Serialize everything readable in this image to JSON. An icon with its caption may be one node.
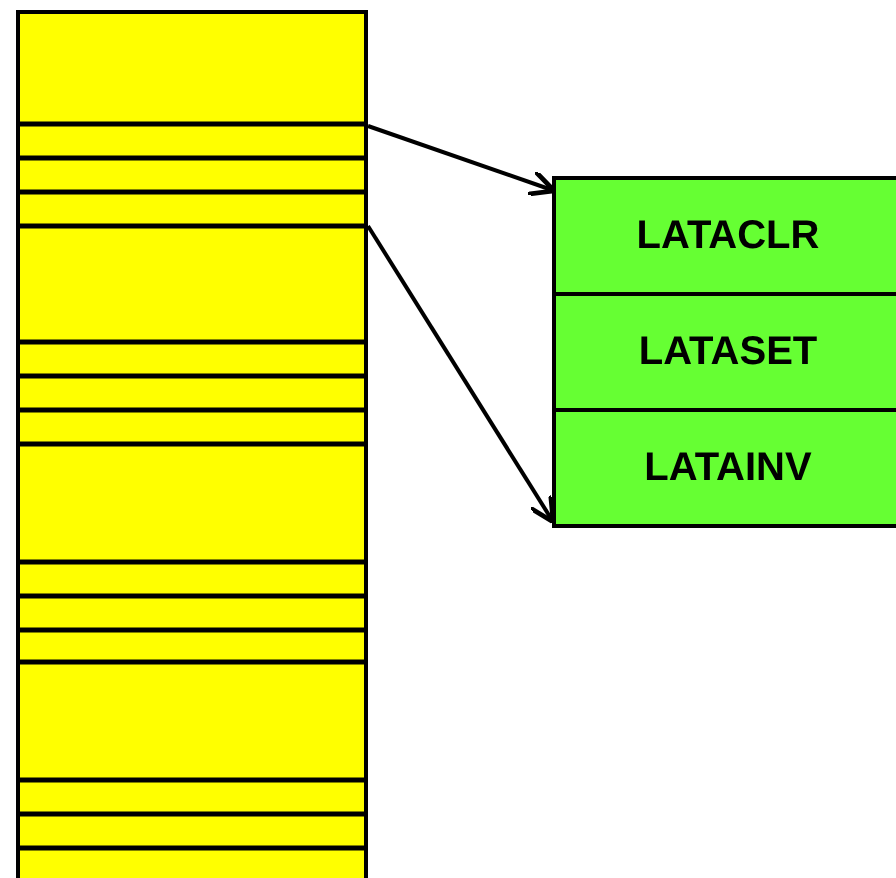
{
  "diagram": {
    "nodes": [
      {
        "text": [],
        "shape": "bar"
      },
      {
        "text": [
          "LATACLR"
        ]
      },
      {
        "text": [
          "LATASET"
        ]
      },
      {
        "text": [
          "LATAINV"
        ]
      }
    ],
    "edges": [
      {
        "from": 0,
        "to": 1,
        "arrow": "to"
      },
      {
        "from": 0,
        "to": 3,
        "arrow": "to"
      }
    ]
  }
}
